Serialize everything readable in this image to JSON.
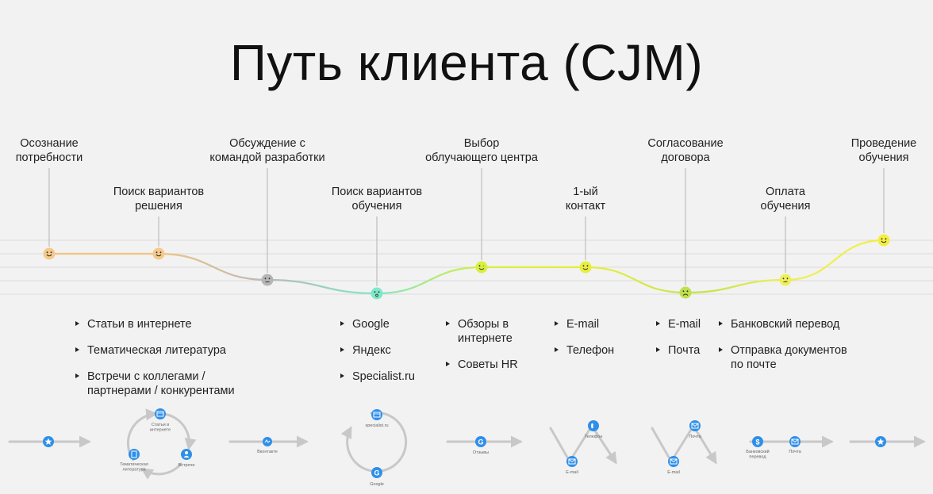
{
  "title": "Путь клиента (CJM)",
  "stages": [
    {
      "id": "awareness",
      "label": "Осознание\nпотребности",
      "mood": "happy",
      "color": "#f5c98a"
    },
    {
      "id": "search-solution",
      "label": "Поиск вариантов\nрешения",
      "mood": "happy",
      "color": "#f5c98a"
    },
    {
      "id": "discussion",
      "label": "Обсуждение с\nкомандой разработки",
      "mood": "neutral",
      "color": "#b5b5b5"
    },
    {
      "id": "search-training",
      "label": "Поиск вариантов\nобучения",
      "mood": "surprised",
      "color": "#7ee8c8"
    },
    {
      "id": "choice",
      "label": "Выбор\nоблучающего центра",
      "mood": "wink",
      "color": "#d8ef3c"
    },
    {
      "id": "first-contact",
      "label": "1-ый\nконтакт",
      "mood": "smile",
      "color": "#e8ee3c"
    },
    {
      "id": "agreement",
      "label": "Согласование\nдоговора",
      "mood": "sad",
      "color": "#bfe04a"
    },
    {
      "id": "payment",
      "label": "Оплата\nобучения",
      "mood": "meh",
      "color": "#eef05a"
    },
    {
      "id": "training",
      "label": "Проведение\nобучения",
      "mood": "happy",
      "color": "#f3ee40"
    }
  ],
  "touchpoints": [
    {
      "group": "search-solution",
      "items": [
        "Статьи в интернете",
        "Тематическая литература",
        "Встречи с коллегами /\nпартнерами / конкурентами"
      ]
    },
    {
      "group": "search-training",
      "items": [
        "Google",
        "Яндекс",
        "Specialist.ru"
      ]
    },
    {
      "group": "choice",
      "items": [
        "Обзоры в\nинтернете",
        "Советы HR"
      ]
    },
    {
      "group": "first-contact",
      "items": [
        "E-mail",
        "Телефон"
      ]
    },
    {
      "group": "agreement",
      "items": [
        "E-mail",
        "Почта"
      ]
    },
    {
      "group": "payment",
      "items": [
        "Банковский перевод",
        "Отправка документов\nпо почте"
      ]
    }
  ],
  "mini_labels": {
    "articles": "Статьи в\nинтернете",
    "literature": "Тематическая\nлитература",
    "meetings": "Встречи",
    "vk": "Вконтакте",
    "specialist": "specialist.ru",
    "google": "Google",
    "reviews": "Отзывы",
    "phone": "Телефон",
    "email1": "E-mail",
    "mail": "Почта",
    "email2": "E-mail",
    "bank": "Банковский\nперевод",
    "post": "Почта"
  },
  "colors": {
    "accent": "#2f8fe8",
    "arrow": "#c8c8c8",
    "grid": "#dadada"
  }
}
